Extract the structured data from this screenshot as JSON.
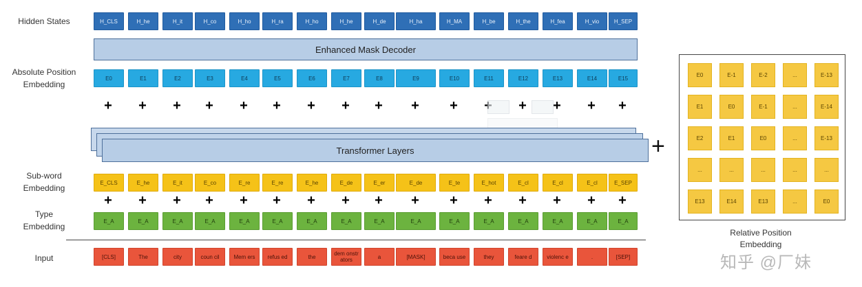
{
  "labels": {
    "hidden": "Hidden States",
    "decoder": "Enhanced Mask Decoder",
    "absolute_line1": "Absolute Position",
    "absolute_line2": "Embedding",
    "transformer": "Transformer Layers",
    "subword_line1": "Sub-word",
    "subword_line2": "Embedding",
    "type_line1": "Type",
    "type_line2": "Embedding",
    "input": "Input",
    "relative_line1": "Relative Position",
    "relative_line2": "Embedding"
  },
  "rows": {
    "hidden": [
      "H_CLS",
      "H_he",
      "H_it",
      "H_co",
      "H_ho",
      "H_ra",
      "H_ho",
      "H_he",
      "H_de",
      "H_ha",
      "H_MA",
      "H_be",
      "H_the",
      "H_fea",
      "H_vio",
      "H_SEP"
    ],
    "absolute": [
      "E0",
      "E1",
      "E2",
      "E3",
      "E4",
      "E5",
      "E6",
      "E7",
      "E8",
      "E9",
      "E10",
      "E11",
      "E12",
      "E13",
      "E14",
      "E15"
    ],
    "subword": [
      "E_CLS",
      "E_he",
      "E_it",
      "E_co",
      "E_re",
      "E_re",
      "E_he",
      "E_de",
      "E_er",
      "E_de",
      "E_te",
      "E_hot",
      "E_cl",
      "E_cl",
      "E_cl",
      "E_SEP"
    ],
    "type": [
      "E_A",
      "E_A",
      "E_A",
      "E_A",
      "E_A",
      "E_A",
      "E_A",
      "E_A",
      "E_A",
      "E_A",
      "E_A",
      "E_A",
      "E_A",
      "E_A",
      "E_A",
      "E_A"
    ],
    "input": [
      "[CLS]",
      "The",
      "city",
      "coun cil",
      "Mem ers",
      "refus ed",
      "the",
      "dem onstr ators",
      "a",
      "[MASK]",
      "beca use",
      "they",
      "feare d",
      "violenc e",
      ".",
      "[SEP]"
    ]
  },
  "matrix": [
    [
      "E0",
      "E-1",
      "E-2",
      "...",
      "E-13"
    ],
    [
      "E1",
      "E0",
      "E-1",
      "...",
      "E-14"
    ],
    [
      "E2",
      "E1",
      "E0",
      "...",
      "E-13"
    ],
    [
      "...",
      "...",
      "...",
      "...",
      "..."
    ],
    [
      "E13",
      "E14",
      "E13",
      "...",
      "E0"
    ]
  ],
  "plus_symbol": "+",
  "watermark": "知乎 @厂妹"
}
